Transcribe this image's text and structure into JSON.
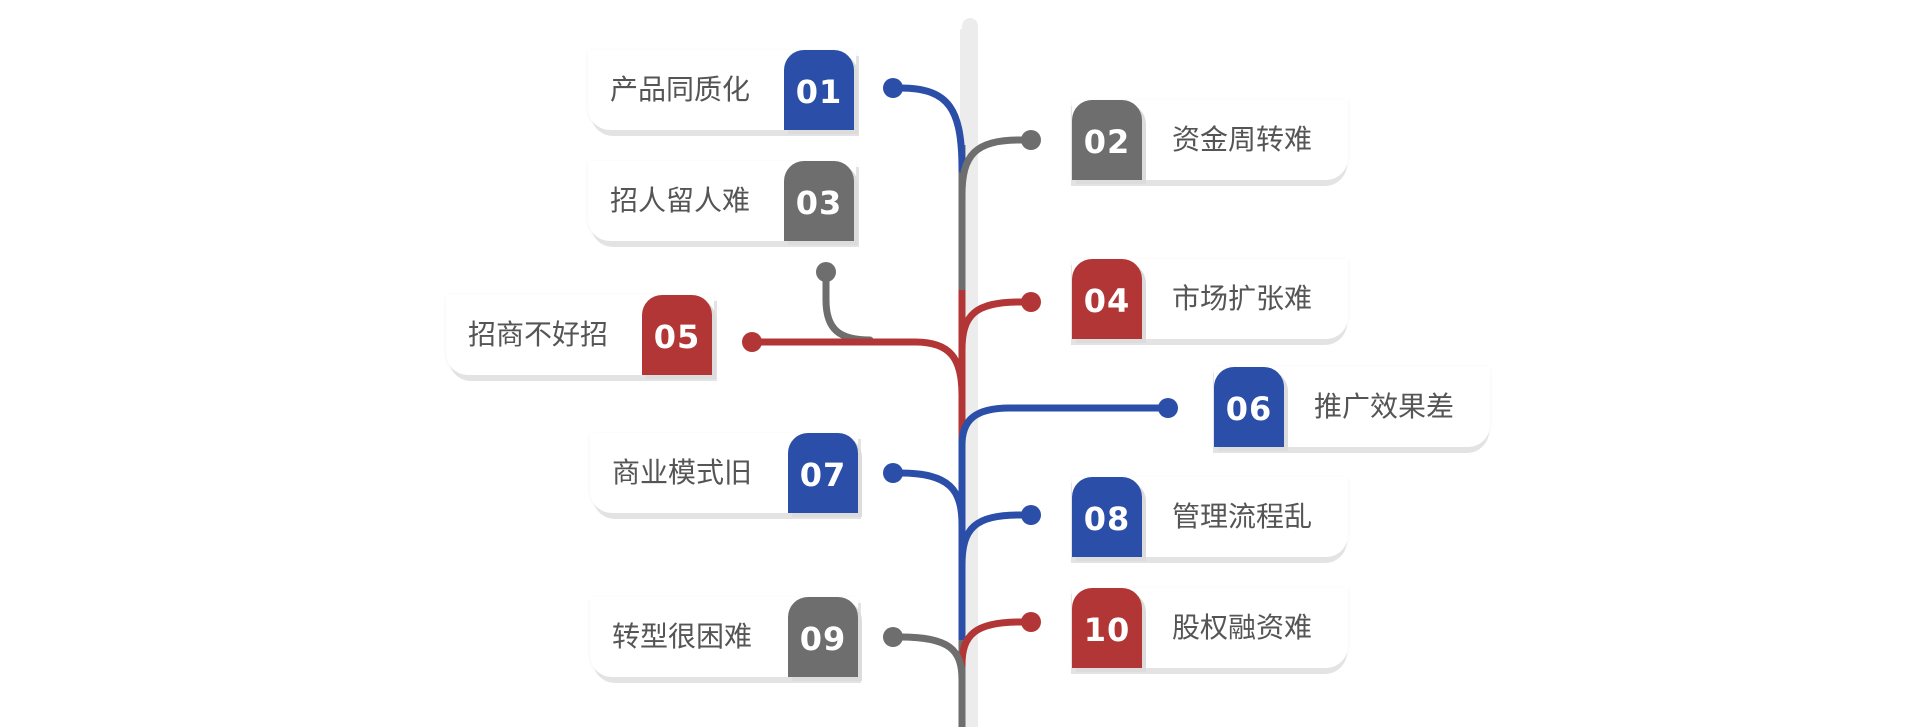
{
  "colors": {
    "blue": "#2b4fa8",
    "gray": "#6e6e6e",
    "red": "#b33636",
    "trunk": "#e8e8e8",
    "text": "#555555"
  },
  "items": [
    {
      "num": "01",
      "label": "产品同质化",
      "color": "blue"
    },
    {
      "num": "02",
      "label": "资金周转难",
      "color": "gray"
    },
    {
      "num": "03",
      "label": "招人留人难",
      "color": "gray"
    },
    {
      "num": "04",
      "label": "市场扩张难",
      "color": "red"
    },
    {
      "num": "05",
      "label": "招商不好招",
      "color": "red"
    },
    {
      "num": "06",
      "label": "推广效果差",
      "color": "blue"
    },
    {
      "num": "07",
      "label": "商业模式旧",
      "color": "blue"
    },
    {
      "num": "08",
      "label": "管理流程乱",
      "color": "blue"
    },
    {
      "num": "09",
      "label": "转型很困难",
      "color": "gray"
    },
    {
      "num": "10",
      "label": "股权融资难",
      "color": "red"
    }
  ]
}
